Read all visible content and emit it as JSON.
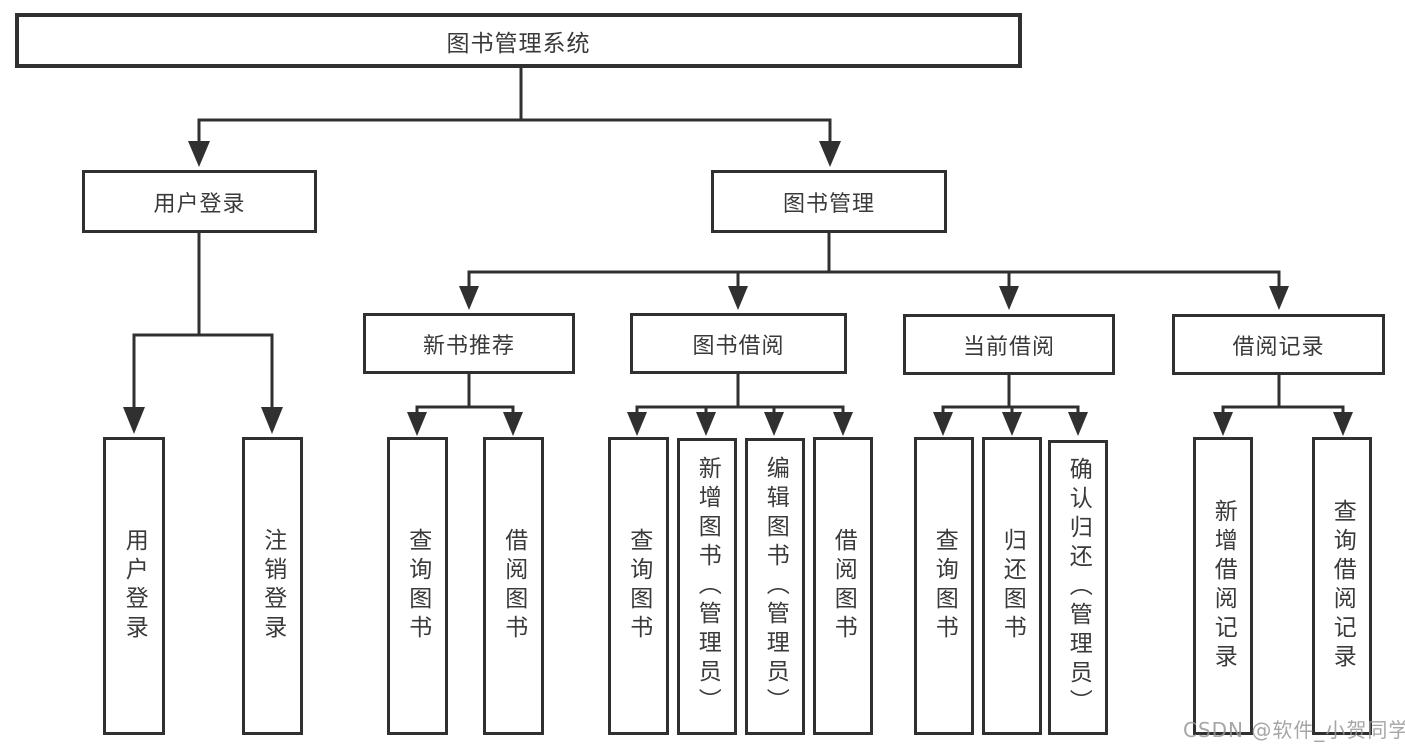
{
  "diagram_type": "hierarchy-tree",
  "tree": {
    "label": "图书管理系统",
    "children": [
      {
        "label": "用户登录",
        "children": [
          {
            "label": "用户登录"
          },
          {
            "label": "注销登录"
          }
        ]
      },
      {
        "label": "图书管理",
        "children": [
          {
            "label": "新书推荐",
            "children": [
              {
                "label": "查询图书"
              },
              {
                "label": "借阅图书"
              }
            ]
          },
          {
            "label": "图书借阅",
            "children": [
              {
                "label": "查询图书"
              },
              {
                "label": "新增图书（管理员）"
              },
              {
                "label": "编辑图书（管理员）"
              },
              {
                "label": "借阅图书"
              }
            ]
          },
          {
            "label": "当前借阅",
            "children": [
              {
                "label": "查询图书"
              },
              {
                "label": "归还图书"
              },
              {
                "label": "确认归还（管理员）"
              }
            ]
          },
          {
            "label": "借阅记录",
            "children": [
              {
                "label": "新增借阅记录"
              },
              {
                "label": "查询借阅记录"
              }
            ]
          }
        ]
      }
    ]
  },
  "watermark": {
    "text": "CSDN @软件_小贺同学"
  },
  "colors": {
    "line": "#303030",
    "border": "#303030",
    "text": "#3a3a3a",
    "box_background": "#ffffff",
    "page_background": "#ffffff",
    "watermark": "#969696"
  }
}
